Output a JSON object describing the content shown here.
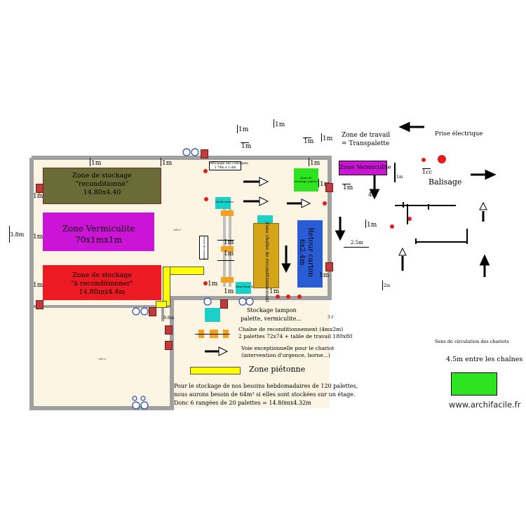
{
  "zones": {
    "reconditionne": {
      "line1": "Zone de stockage",
      "line2": "\"reconditionné\"",
      "line3": "14.80x4.40"
    },
    "vermiculite_main": {
      "line1": "Zone Vermiculite",
      "line2": "70x1mx1m"
    },
    "a_reconditionner": {
      "line1": "Zone de stockage",
      "line2": "\"à reconditionner\"",
      "line3": "14.80mx4.4m"
    },
    "vermiculite_right": {
      "label": "Zone Vermiculite"
    },
    "green_small": {
      "label": "Zone de stockage palette"
    },
    "chaine": {
      "label": "Zone chaîne de reconditionnement"
    },
    "retour_carton": {
      "line1": "Retour carton",
      "line2": "6x2.4m"
    },
    "stock_carton": {
      "label": "Stock carton"
    },
    "dispatch": {
      "label": "Zone bout de chaîne"
    },
    "poste": {
      "label": "Poste de travail"
    }
  },
  "texts": {
    "affichage_line1": "Affichage des consignes",
    "affichage_line2": "2.79m x 1.4m",
    "stockage_tampon_line1": "Stockage tampon",
    "stockage_tampon_line2": "palette, vermiculite...",
    "chaine_line1": "Chaîne de reconditionnement (4mx2m)",
    "chaine_line2": "2 palettes 72x74 + table de travail 180x80",
    "voie_line1": "Voie exceptionnelle pour le chariot",
    "voie_line2": "(intervention d'urgence, borne...)",
    "zone_pietonne": "Zone piétonne",
    "para_line1": "Pour le stockage de nos besoins hebdomadaires de 120 palettes,",
    "para_line2": "nous aurons besoin de 64m² si elles sont stockées sur un étage.",
    "para_line3": "Donc 6 rangées de 20 palettes = 14.80mx4.32m",
    "zone_travail_line1": "Zone de travail",
    "zone_travail_line2": "= Transpalette",
    "prise": "Prise électrique",
    "balisage": "Balisage",
    "sens_circulation": "Sens de circulation des chariots",
    "entre_chaines": "4.5m entre les chaînes",
    "watermark": "www.archifacile.fr",
    "office": "office",
    "dim_38": "3.8m",
    "dim_25": "2.5m",
    "dim_4m": "4m",
    "dim_1cc": "1cc",
    "dim_3r": "3 r",
    "dim_1m_b": "1m",
    "dim_2m": "2m",
    "dim_ext": "9.6m"
  },
  "dims": {
    "d1": "1m",
    "d2": "1m",
    "d3": "1m",
    "d4": "1m",
    "d5": "1m",
    "d6": "1m",
    "d7": "1m",
    "d8": "1m",
    "d9": "1m",
    "d10": "1m",
    "d11": "1m",
    "d12": "1m",
    "d13": "1m",
    "d14": "1m",
    "d15": "1m",
    "d16": "1m",
    "d17": "1m",
    "d18": "1m",
    "d19": "1m",
    "d20": "1m"
  },
  "colors": {
    "floor": "#fcf5e3",
    "wall": "#a0a0a0",
    "olive": "#6b6b37",
    "magenta": "#cc14d7",
    "red": "#ec1a22",
    "green": "#2ee31f",
    "gold": "#d4a51a",
    "blue": "#2a5cd6",
    "yellow": "#ffff00",
    "cyan": "#1bd0c8",
    "orange": "#f4a21d"
  },
  "icons": [
    "arrow-right-icon",
    "arrow-left-icon",
    "arrow-up-icon",
    "arrow-down-icon",
    "outlet-icon",
    "extinguisher-icon",
    "dot-marker-icon"
  ]
}
